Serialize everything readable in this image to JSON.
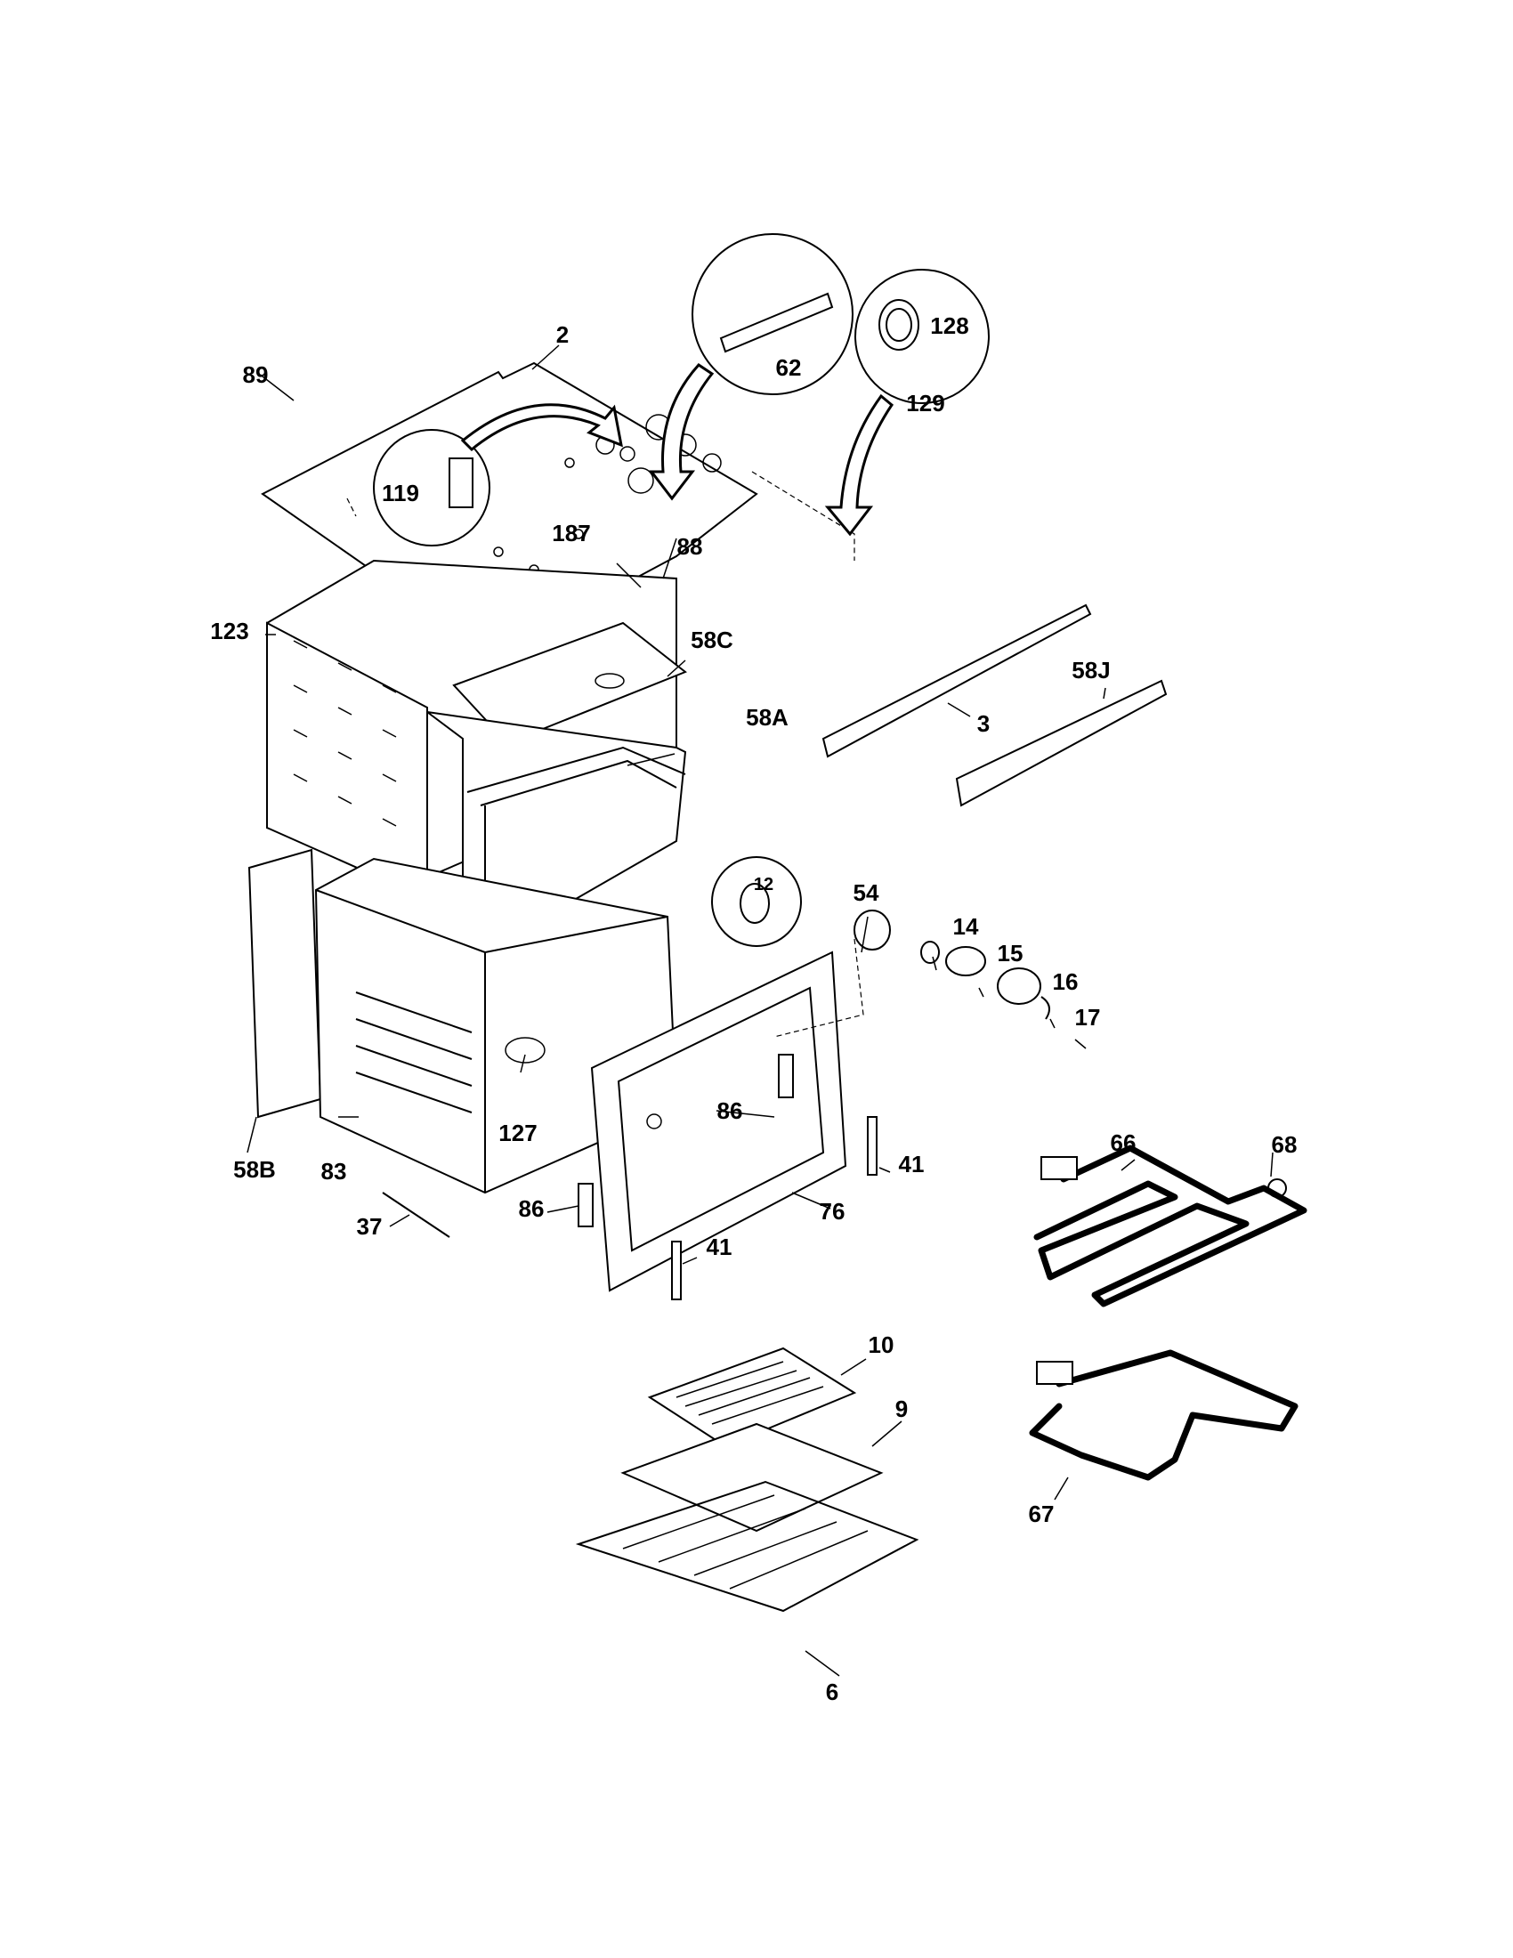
{
  "labels": {
    "p2": "2",
    "p3": "3",
    "p6": "6",
    "p9": "9",
    "p10": "10",
    "p12": "12",
    "p14": "14",
    "p15": "15",
    "p16": "16",
    "p17": "17",
    "p37": "37",
    "p41a": "41",
    "p41b": "41",
    "p54": "54",
    "p58a": "58A",
    "p58b": "58B",
    "p58c": "58C",
    "p58j": "58J",
    "p62": "62",
    "p66": "66",
    "p67": "67",
    "p68": "68",
    "p76": "76",
    "p83": "83",
    "p86a": "86",
    "p86b": "86",
    "p88": "88",
    "p89": "89",
    "p119": "119",
    "p123": "123",
    "p127": "127",
    "p128": "128",
    "p129": "129",
    "p187": "187"
  }
}
